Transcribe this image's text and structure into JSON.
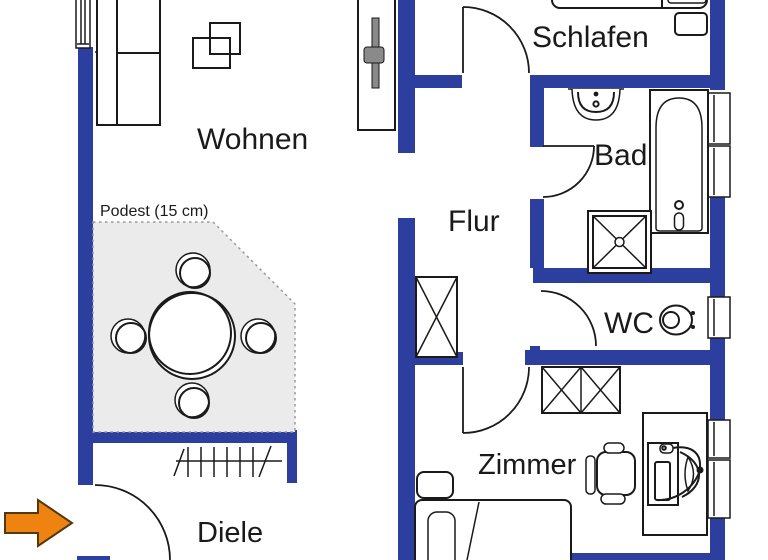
{
  "plan": {
    "title": "apartment-floor-plan",
    "rooms": {
      "wohnen": {
        "label": "Wohnen"
      },
      "schlafen": {
        "label": "Schlafen"
      },
      "bad": {
        "label": "Bad"
      },
      "flur": {
        "label": "Flur"
      },
      "wc": {
        "label": "WC"
      },
      "zimmer": {
        "label": "Zimmer"
      },
      "diele": {
        "label": "Diele"
      }
    },
    "annotations": {
      "podest": "Podest (15 cm)"
    },
    "colors": {
      "wall_blue": "#2c3e9e",
      "line_black": "#1a1a1a",
      "podest_fill": "#ebebeb",
      "podest_border": "#9a9a9a",
      "arrow_fill": "#ee8312",
      "arrow_outline": "#53380a",
      "tv_gray": "#8a8a8a"
    },
    "symbols": [
      "sofa",
      "wall-pictures",
      "tv-board",
      "dining-table-with-chairs",
      "radiator",
      "double-bed",
      "nightstand",
      "washbasin",
      "bathtub",
      "shower",
      "toilet",
      "wardrobe",
      "desk-with-computer",
      "office-chair",
      "single-bed",
      "entrance-arrow",
      "window",
      "door-arc"
    ]
  }
}
